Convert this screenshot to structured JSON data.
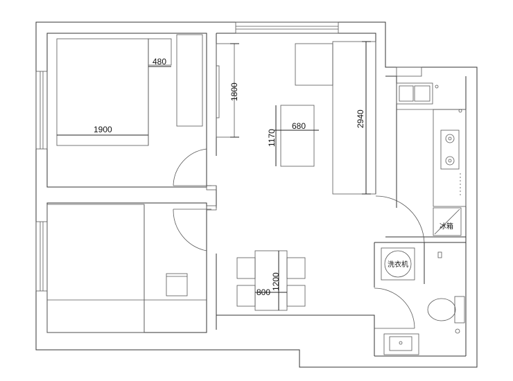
{
  "dimensions": {
    "bed_width": "480",
    "bed_length": "1900",
    "living_wall": "1800",
    "coffee_table_depth": "1170",
    "coffee_table_width": "680",
    "sofa_length": "2940",
    "dining_length": "1200",
    "dining_width": "800"
  },
  "labels": {
    "washing_machine": "洗衣机",
    "fridge": "冰箱"
  }
}
